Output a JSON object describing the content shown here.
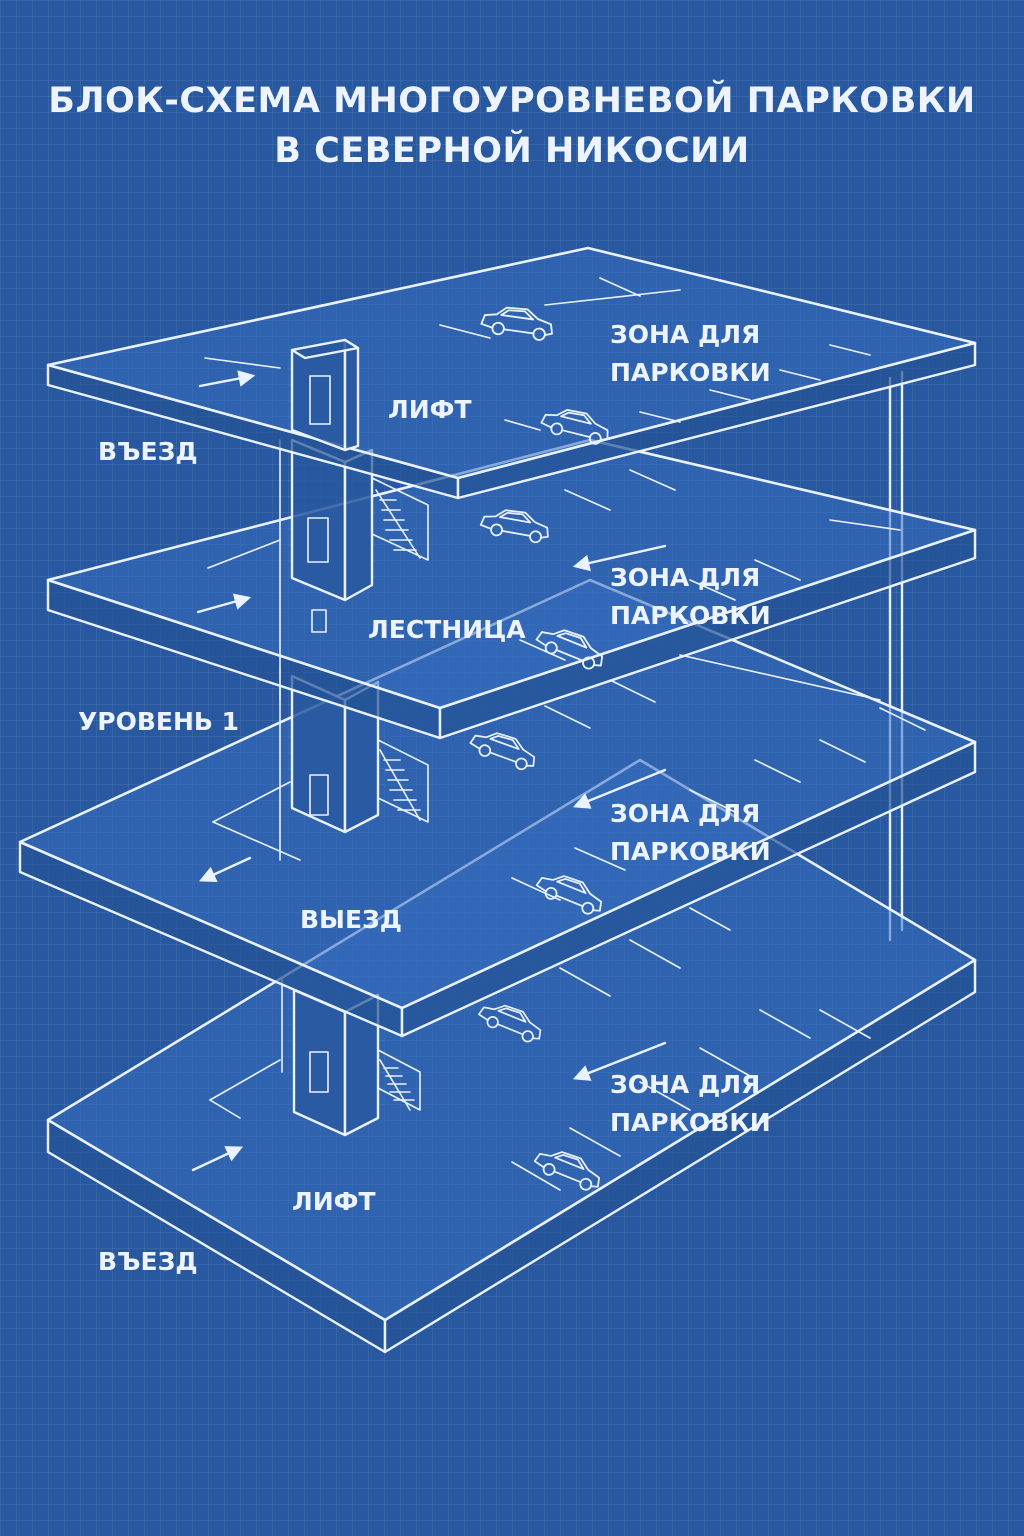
{
  "title": {
    "line1": "БЛОК-СХЕМА МНОГОУРОВНЕВОЙ ПАРКОВКИ",
    "line2": "В СЕВЕРНОЙ НИКОСИИ"
  },
  "labels": {
    "entry_top": "ВЪЕЗД",
    "lift_top": "ЛИФТ",
    "zone_1_line1": "ЗОНА ДЛЯ",
    "zone_1_line2": "ПАРКОВКИ",
    "stairs": "ЛЕСТНИЦА",
    "zone_2_line1": "ЗОНА ДЛЯ",
    "zone_2_line2": "ПАРКОВКИ",
    "level_1": "УРОВЕНЬ 1",
    "zone_3_line1": "ЗОНА ДЛЯ",
    "zone_3_line2": "ПАРКОВКИ",
    "exit": "ВЫЕЗД",
    "zone_4_line1": "ЗОНА ДЛЯ",
    "zone_4_line2": "ПАРКОВКИ",
    "lift_bottom": "ЛИФТ",
    "entry_bottom": "ВЪЕЗД"
  },
  "colors": {
    "background": "#2858a0",
    "line": "#eaf2ff",
    "text": "#eef4ff"
  },
  "icons": [
    "car-icon",
    "elevator-icon",
    "stairs-icon",
    "arrow-icon"
  ]
}
